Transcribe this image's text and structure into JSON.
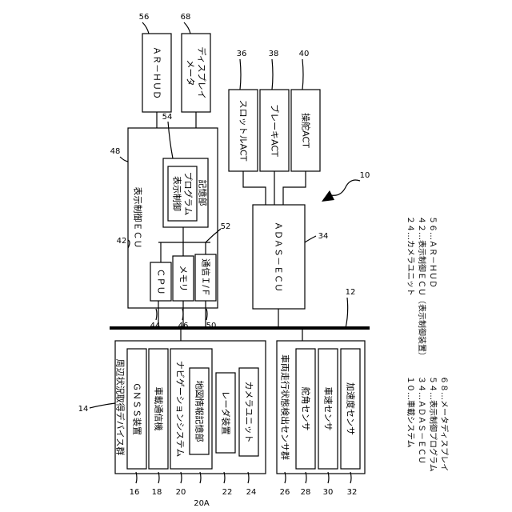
{
  "ref_numbers": {
    "system": "10",
    "bus": "12",
    "device_group": "14",
    "gnss": "16",
    "comm": "18",
    "navi": "20",
    "map_db": "20A",
    "radar": "22",
    "camera": "24",
    "sensor_group": "26",
    "steering_sensor": "28",
    "speed_sensor": "30",
    "accel_sensor": "32",
    "adas_ecu": "34",
    "throttle": "36",
    "brake": "38",
    "steering_act": "40",
    "display_ecu": "42",
    "cpu": "44",
    "memory": "46",
    "storage": "48",
    "comm_if": "50",
    "internal_bus": "52",
    "program": "54",
    "ar_hud": "56",
    "meter_display": "68"
  },
  "labels": {
    "ar_hud": "ＡＲ－ＨＵＤ",
    "meter_line1": "メータ",
    "meter_line2": "ディスプレイ",
    "throttle": "スロットルACT",
    "brake": "ブレーキACT",
    "steering_act": "操舵ACT",
    "display_ecu": "表示制御ＥＣＵ",
    "storage": "記憶部",
    "program_line1": "表示制御",
    "program_line2": "プログラム",
    "cpu": "ＣＰＵ",
    "memory": "メモリ",
    "comm_if": "通信Ｉ/Ｆ",
    "adas_ecu": "ＡＤＡＳ－ＥＣＵ",
    "device_group": "周辺状況取得デバイス群",
    "gnss": "ＧＮＳＳ装置",
    "comm": "車載通信機",
    "navi": "ナビゲーションシステム",
    "map_db": "地図情報記憶部",
    "radar": "レーダ装置",
    "camera": "カメラユニット",
    "sensor_group": "車両走行状態検出センサ群",
    "steering_sensor": "舵角センサ",
    "speed_sensor": "車速センサ",
    "accel_sensor": "加速度センサ"
  },
  "legend": {
    "col1": [
      "１０…車載システム",
      "３４…ＡＤＡＳ－ＥＣＵ",
      "５４…表示制御プログラム",
      "６８…メータディスプレイ"
    ],
    "col2": [
      "２４…カメラユニット",
      "４２…表示制御ＥＣＵ（表示制御装置）",
      "５６…ＡＲ－ＨＵＤ"
    ]
  }
}
